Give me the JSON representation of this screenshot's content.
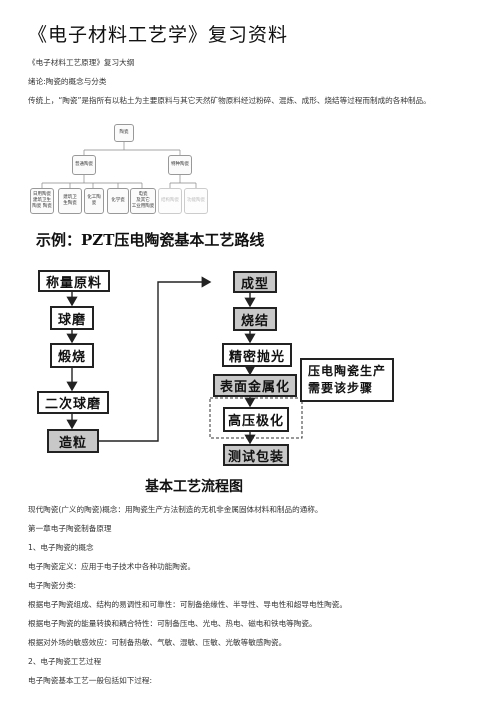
{
  "doc": {
    "title": "《电子材料工艺学》复习资料",
    "outline_heading": "《电子材料工艺原理》复习大纲",
    "intro_heading": "绪论:陶瓷的概念与分类",
    "intro_text": "传统上，“陶瓷”是指所有以粘土为主要原料与其它天然矿物原料经过粉碎、混炼、成形、烧结等过程而制成的各种制品。"
  },
  "tree": {
    "root": "陶瓷",
    "ordinary": "普通陶瓷",
    "special": "特种陶瓷",
    "leaves": [
      "日用陶瓷\n建筑卫生\n陶瓷 陶瓷",
      "建筑卫\n生陶瓷",
      "化工陶瓷",
      "化学瓷",
      "电瓷\n及其它\n工业用陶瓷",
      "结构陶瓷",
      "功能陶瓷"
    ]
  },
  "flow": {
    "example_title": "示例：PZT压电陶瓷基本工艺路线",
    "left_steps": [
      "称量原料",
      "球磨",
      "煅烧",
      "二次球磨",
      "造粒"
    ],
    "right_steps": [
      "成型",
      "烧结",
      "精密抛光",
      "表面金属化",
      "高压极化",
      "测试包装"
    ],
    "callout": "压电陶瓷生产\n需要该步骤",
    "caption": "基本工艺流程图"
  },
  "body": {
    "lines": [
      "现代陶瓷(广义的陶瓷)概念：用陶瓷生产方法制造的无机非金属固体材料和制品的通称。",
      "第一章电子陶瓷制备原理",
      "1、电子陶瓷的概念",
      "电子陶瓷定义：应用于电子技术中各种功能陶瓷。",
      "电子陶瓷分类:",
      "根据电子陶瓷组成、结构的易调性和可靠性：可制备绝缘性、半导性、导电性和超导电性陶瓷。",
      "根据电子陶瓷的能量转换和耦合特性：可制备压电、光电、热电、磁电和铁电等陶瓷。",
      "根据对外场的敏感效应：可制备热敏、气敏、湿敏、压敏、光敏等敏感陶瓷。",
      "2、电子陶瓷工艺过程",
      "电子陶瓷基本工艺一般包括如下过程:"
    ]
  }
}
